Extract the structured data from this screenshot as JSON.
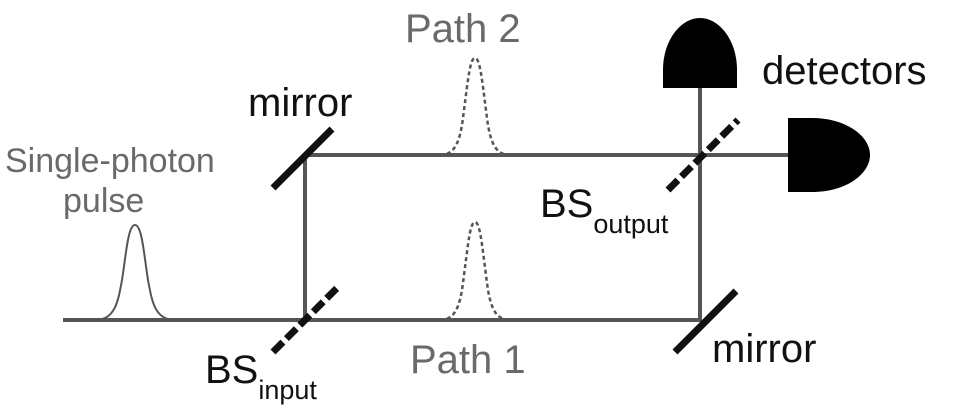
{
  "labels": {
    "path2": "Path 2",
    "path1": "Path 1",
    "mirror_top": "mirror",
    "mirror_bottom": "mirror",
    "detectors": "detectors",
    "single_photon_line1": "Single-photon",
    "single_photon_line2": "pulse",
    "bs_output_main": "BS",
    "bs_output_sub": "output",
    "bs_input_main": "BS",
    "bs_input_sub": "input"
  },
  "colors": {
    "beam": "#555555",
    "optics": "#111111",
    "detector": "#000000",
    "pulse": "#555555"
  }
}
